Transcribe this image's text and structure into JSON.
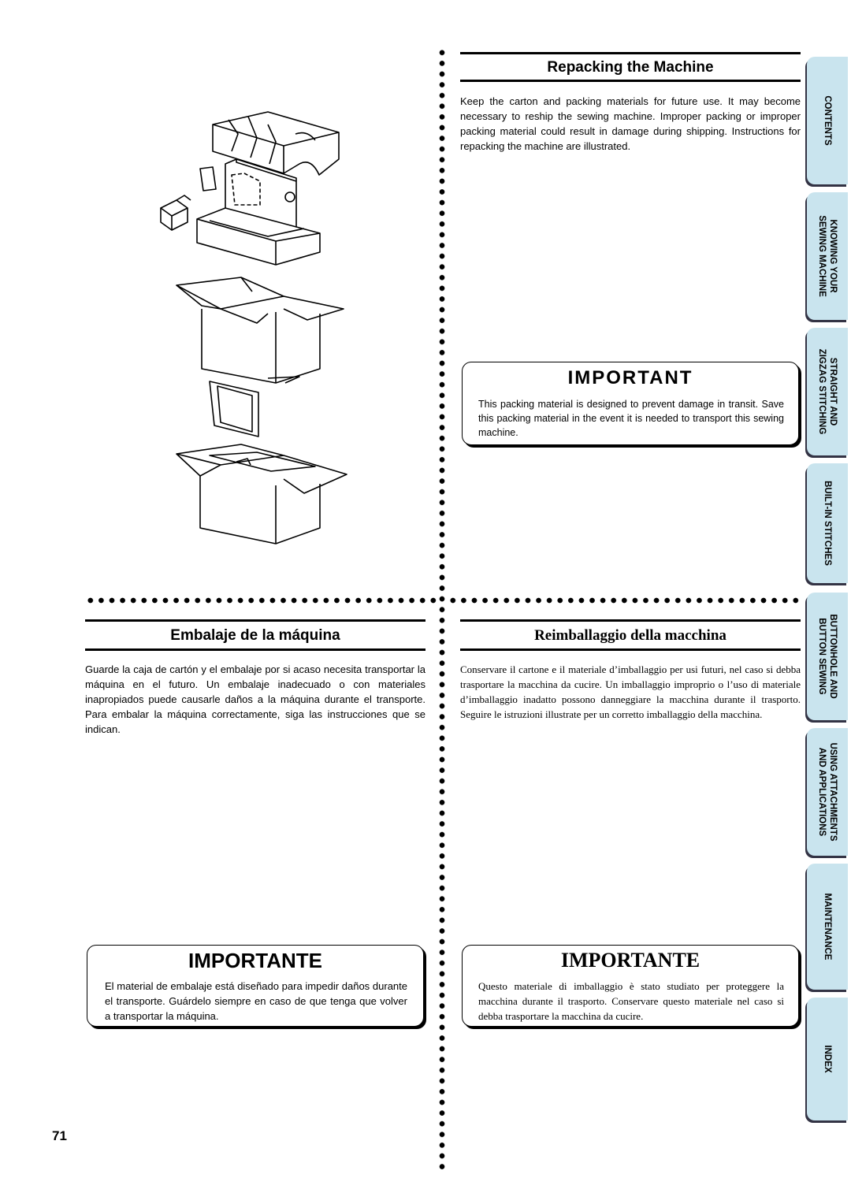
{
  "page_number": "71",
  "en": {
    "heading": "Repacking the Machine",
    "body": "Keep the carton and packing materials for future use. It may become necessary to reship the sewing machine. Improper packing or improper packing material could result in damage during shipping. Instructions for repacking the machine are illustrated.",
    "important_title": "IMPORTANT",
    "important_text": "This packing material is designed to prevent damage in transit. Save this packing material in the event it is needed to transport this sewing machine."
  },
  "es": {
    "heading": "Embalaje de la máquina",
    "body": "Guarde la caja de cartón y el embalaje por si acaso necesita transportar la máquina en el futuro. Un embalaje inadecuado o con materiales inapropiados puede causarle daños a la máquina durante el transporte. Para embalar la máquina correctamente, siga las instrucciones que se indican.",
    "important_title": "IMPORTANTE",
    "important_text": "El material de embalaje está diseñado para impedir daños durante el transporte. Guárdelo siempre en caso de que tenga que volver a transportar la máquina."
  },
  "it": {
    "heading": "Reimballaggio della macchina",
    "body": "Conservare il cartone e il materiale d’imballaggio per usi futuri, nel caso si debba trasportare la macchina da cucire. Un imballaggio improprio o l’uso di materiale d’imballaggio inadatto possono danneggiare la macchina durante il trasporto. Seguire le istruzioni illustrate per un corretto imballaggio della macchina.",
    "important_title": "IMPORTANTE",
    "important_text": "Questo materiale di imballaggio è stato studiato per proteggere la macchina durante il trasporto. Conservare questo materiale nel caso si debba trasportare la macchina da cucire."
  },
  "tabs": [
    {
      "line1": "CONTENTS",
      "line2": ""
    },
    {
      "line1": "KNOWING YOUR",
      "line2": "SEWING MACHINE"
    },
    {
      "line1": "STRAIGHT AND",
      "line2": "ZIGZAG STITCHING"
    },
    {
      "line1": "BUILT-IN STITCHES",
      "line2": ""
    },
    {
      "line1": "BUTTONHOLE AND",
      "line2": "BUTTON SEWING"
    },
    {
      "line1": "USING ATTACHMENTS",
      "line2": "AND APPLICATIONS"
    },
    {
      "line1": "MAINTENANCE",
      "line2": ""
    },
    {
      "line1": "INDEX",
      "line2": ""
    }
  ],
  "colors": {
    "tab_fill": "#c9e4ee",
    "ink": "#000000"
  }
}
